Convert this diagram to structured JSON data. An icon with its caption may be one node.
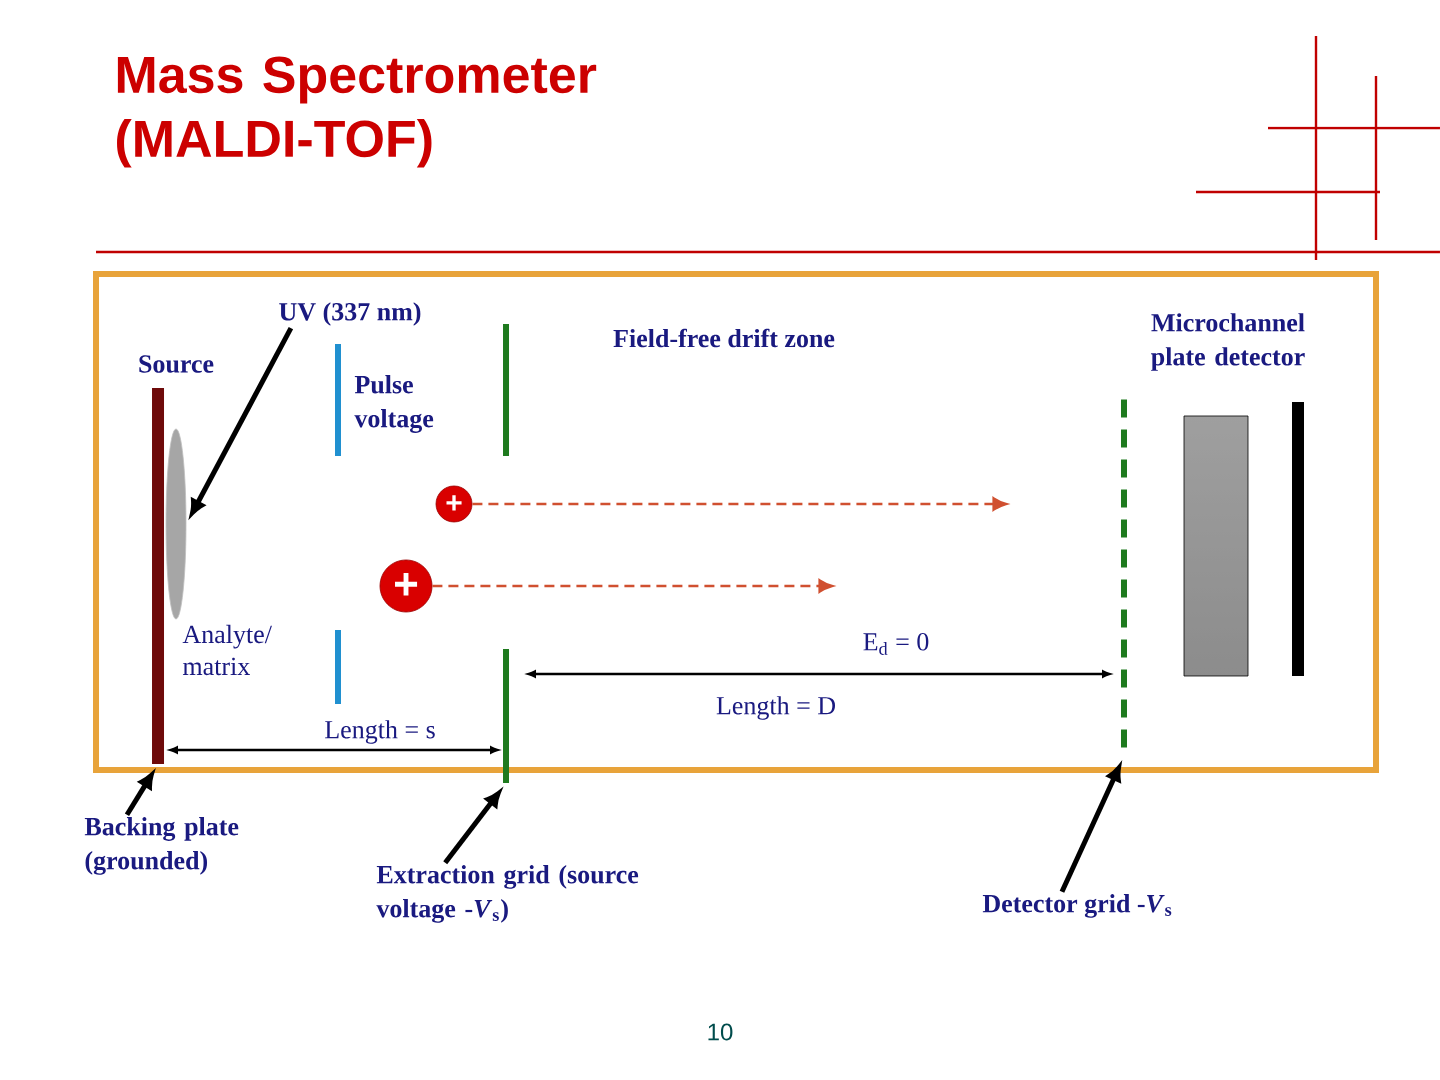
{
  "diagram": {
    "title": "Mass Spectrometer (MALDI-TOF)",
    "nodes": [
      {
        "text": [
          "UV (337 nm)"
        ]
      },
      {
        "text": [],
        "shape": "ellipse"
      },
      {
        "text": [],
        "shape": "bar",
        "beside": [
          "Source"
        ]
      },
      {
        "text": [
          "+"
        ]
      },
      {
        "text": [
          "+"
        ]
      },
      {
        "text": [],
        "shape": "bar"
      },
      {
        "text": [],
        "shape": "dashed-bar"
      },
      {
        "text": [
          "Backing plate (grounded)"
        ]
      },
      {
        "text": [
          "Extraction grid (source voltage -*V*$_{s}$)"
        ]
      },
      {
        "text": [
          "Detector grid -*V*$_{s}$"
        ]
      }
    ],
    "edges": [
      {
        "from": 0,
        "to": 1,
        "arrow": "to"
      },
      {
        "from": 3,
        "to": null,
        "arrow": "to",
        "style": "dashed",
        "color": "#d05030"
      },
      {
        "from": 4,
        "to": null,
        "arrow": "to",
        "style": "dashed",
        "color": "#d05030"
      },
      {
        "from": 7,
        "to": 2,
        "arrow": "to"
      },
      {
        "from": 8,
        "to": 5,
        "arrow": "to"
      },
      {
        "from": 9,
        "to": 6,
        "arrow": "to"
      }
    ],
    "labels": [
      "Pulse voltage",
      "Field-free drift zone",
      "Microchannel plate detector",
      "Analyte/ matrix",
      "E$_{d}$ = 0",
      "Length = s",
      "Length = D",
      "10"
    ]
  }
}
